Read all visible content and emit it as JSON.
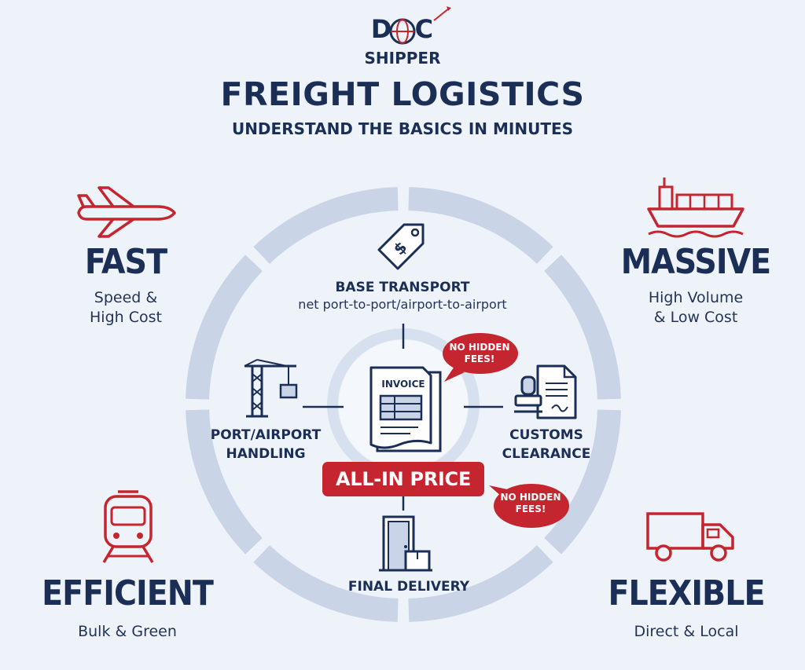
{
  "logo": {
    "top_text": "DOC",
    "bottom_text": "SHIPPER"
  },
  "header": {
    "title": "FREIGHT LOGISTICS",
    "subtitle": "UNDERSTAND THE BASICS IN MINUTES"
  },
  "corners": {
    "fast": {
      "title": "FAST",
      "line1": "Speed &",
      "line2": "High Cost",
      "icon": "airplane-icon"
    },
    "massive": {
      "title": "MASSIVE",
      "line1": "High Volume",
      "line2": "& Low Cost",
      "icon": "cargo-ship-icon"
    },
    "efficient": {
      "title": "EFFICIENT",
      "line1": "Bulk & Green",
      "icon": "train-icon"
    },
    "flexible": {
      "title": "FLEXIBLE",
      "line1": "Direct & Local",
      "icon": "truck-icon"
    }
  },
  "components": {
    "base_transport": {
      "title": "BASE TRANSPORT",
      "subtitle": "net port-to-port/airport-to-airport",
      "icon": "price-tag-icon"
    },
    "port_handling": {
      "line1": "PORT/AIRPORT",
      "line2": "HANDLING",
      "icon": "crane-icon"
    },
    "customs": {
      "line1": "CUSTOMS",
      "line2": "CLEARANCE",
      "icon": "stamp-document-icon"
    },
    "final_delivery": {
      "title": "FINAL DELIVERY",
      "icon": "door-box-icon"
    }
  },
  "center": {
    "invoice_label": "INVOICE",
    "all_in_price": "ALL-IN PRICE",
    "icon": "invoice-icon"
  },
  "bubbles": [
    {
      "line1": "NO HIDDEN",
      "line2": "FEES!"
    },
    {
      "line1": "NO HIDDEN",
      "line2": "FEES!"
    }
  ],
  "colors": {
    "navy": "#1b2e55",
    "red": "#c4252e",
    "ring": "#c9d4e6",
    "background": "#eef3f9"
  }
}
